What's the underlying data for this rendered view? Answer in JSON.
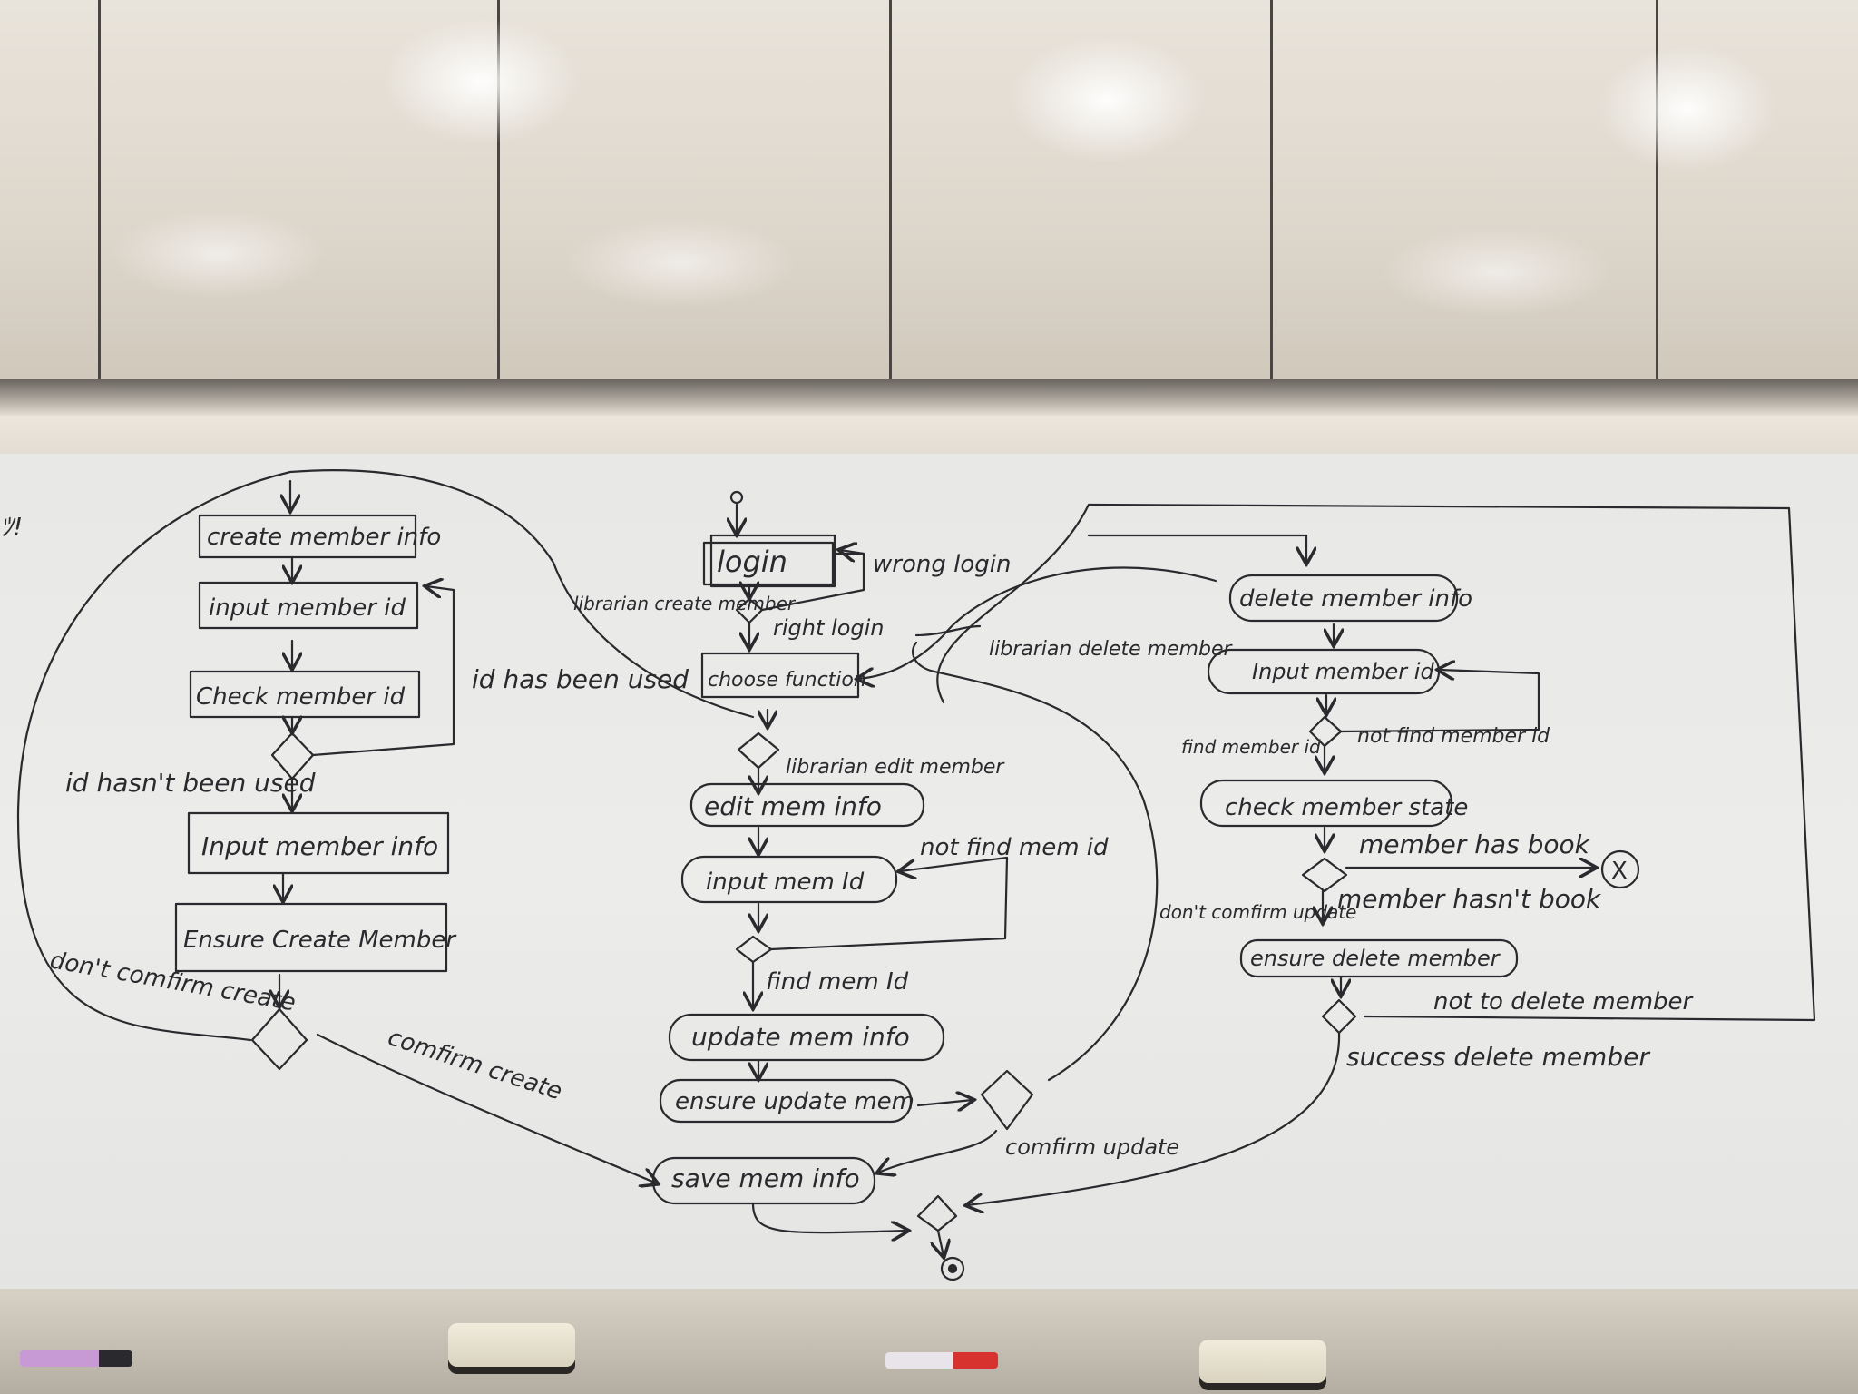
{
  "diagram": {
    "left_column": {
      "create_member_info": "create member info",
      "input_member_id": "input member id",
      "check_member_id": "Check member id",
      "id_has_been_used": "id has been used",
      "id_hasnt_been_used": "id hasn't been used",
      "input_member_info": "Input member info",
      "ensure_create_member": "Ensure Create Member",
      "dont_confirm_create": "don't comfirm create",
      "confirm_create": "comfirm create"
    },
    "center_column": {
      "login": "login",
      "wrong_login": "wrong login",
      "right_login": "right login",
      "choose_function": "choose function",
      "librarian_create_member": "librarian create member",
      "librarian_edit_member": "librarian edit member",
      "edit_mem_info": "edit mem info",
      "input_mem_id": "input mem Id",
      "not_find_mem_id": "not find mem id",
      "find_mem_id": "find mem Id",
      "update_mem_info": "update mem info",
      "ensure_update_mem": "ensure update mem",
      "dont_confirm_update": "don't comfirm update",
      "confirm_update": "comfirm update",
      "save_mem_info": "save mem info"
    },
    "right_column": {
      "librarian_delete_member": "librarian delete member",
      "delete_member_info": "delete member info",
      "input_member_id": "Input member id",
      "find_member_id": "find member id",
      "not_find_member_id": "not find member id",
      "check_member_state": "check member state",
      "member_has_book": "member has book",
      "member_hasnt_book": "member hasn't book",
      "ensure_delete_member": "ensure delete member",
      "not_to_delete_member": "not to delete member",
      "success_delete_member": "success delete member",
      "end_x": "X"
    },
    "margin_note": "ﾂ!"
  },
  "colors": {
    "ink": "#2a2a2e",
    "board": "#ececea",
    "cabinet": "#e6e0d6",
    "marker_pink": "#c79ad6",
    "marker_red": "#d8322f"
  }
}
